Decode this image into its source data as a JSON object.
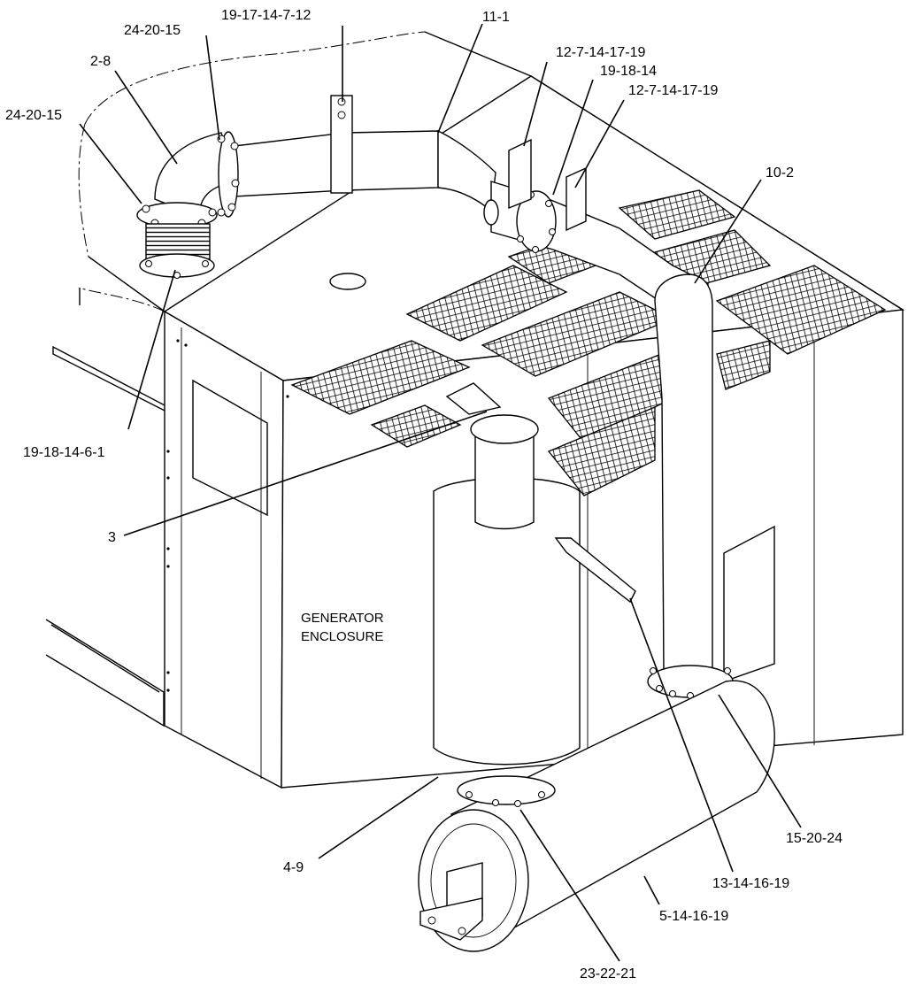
{
  "diagram": {
    "enclosure_label_line1": "GENERATOR",
    "enclosure_label_line2": "ENCLOSURE",
    "callouts": [
      "19-17-14-7-12",
      "24-20-15",
      "2-8",
      "24-20-15",
      "11-1",
      "12-7-14-17-19",
      "19-18-14",
      "12-7-14-17-19",
      "10-2",
      "19-18-14-6-1",
      "3",
      "15-20-24",
      "4-9",
      "13-14-16-19",
      "5-14-16-19",
      "23-22-21"
    ]
  }
}
